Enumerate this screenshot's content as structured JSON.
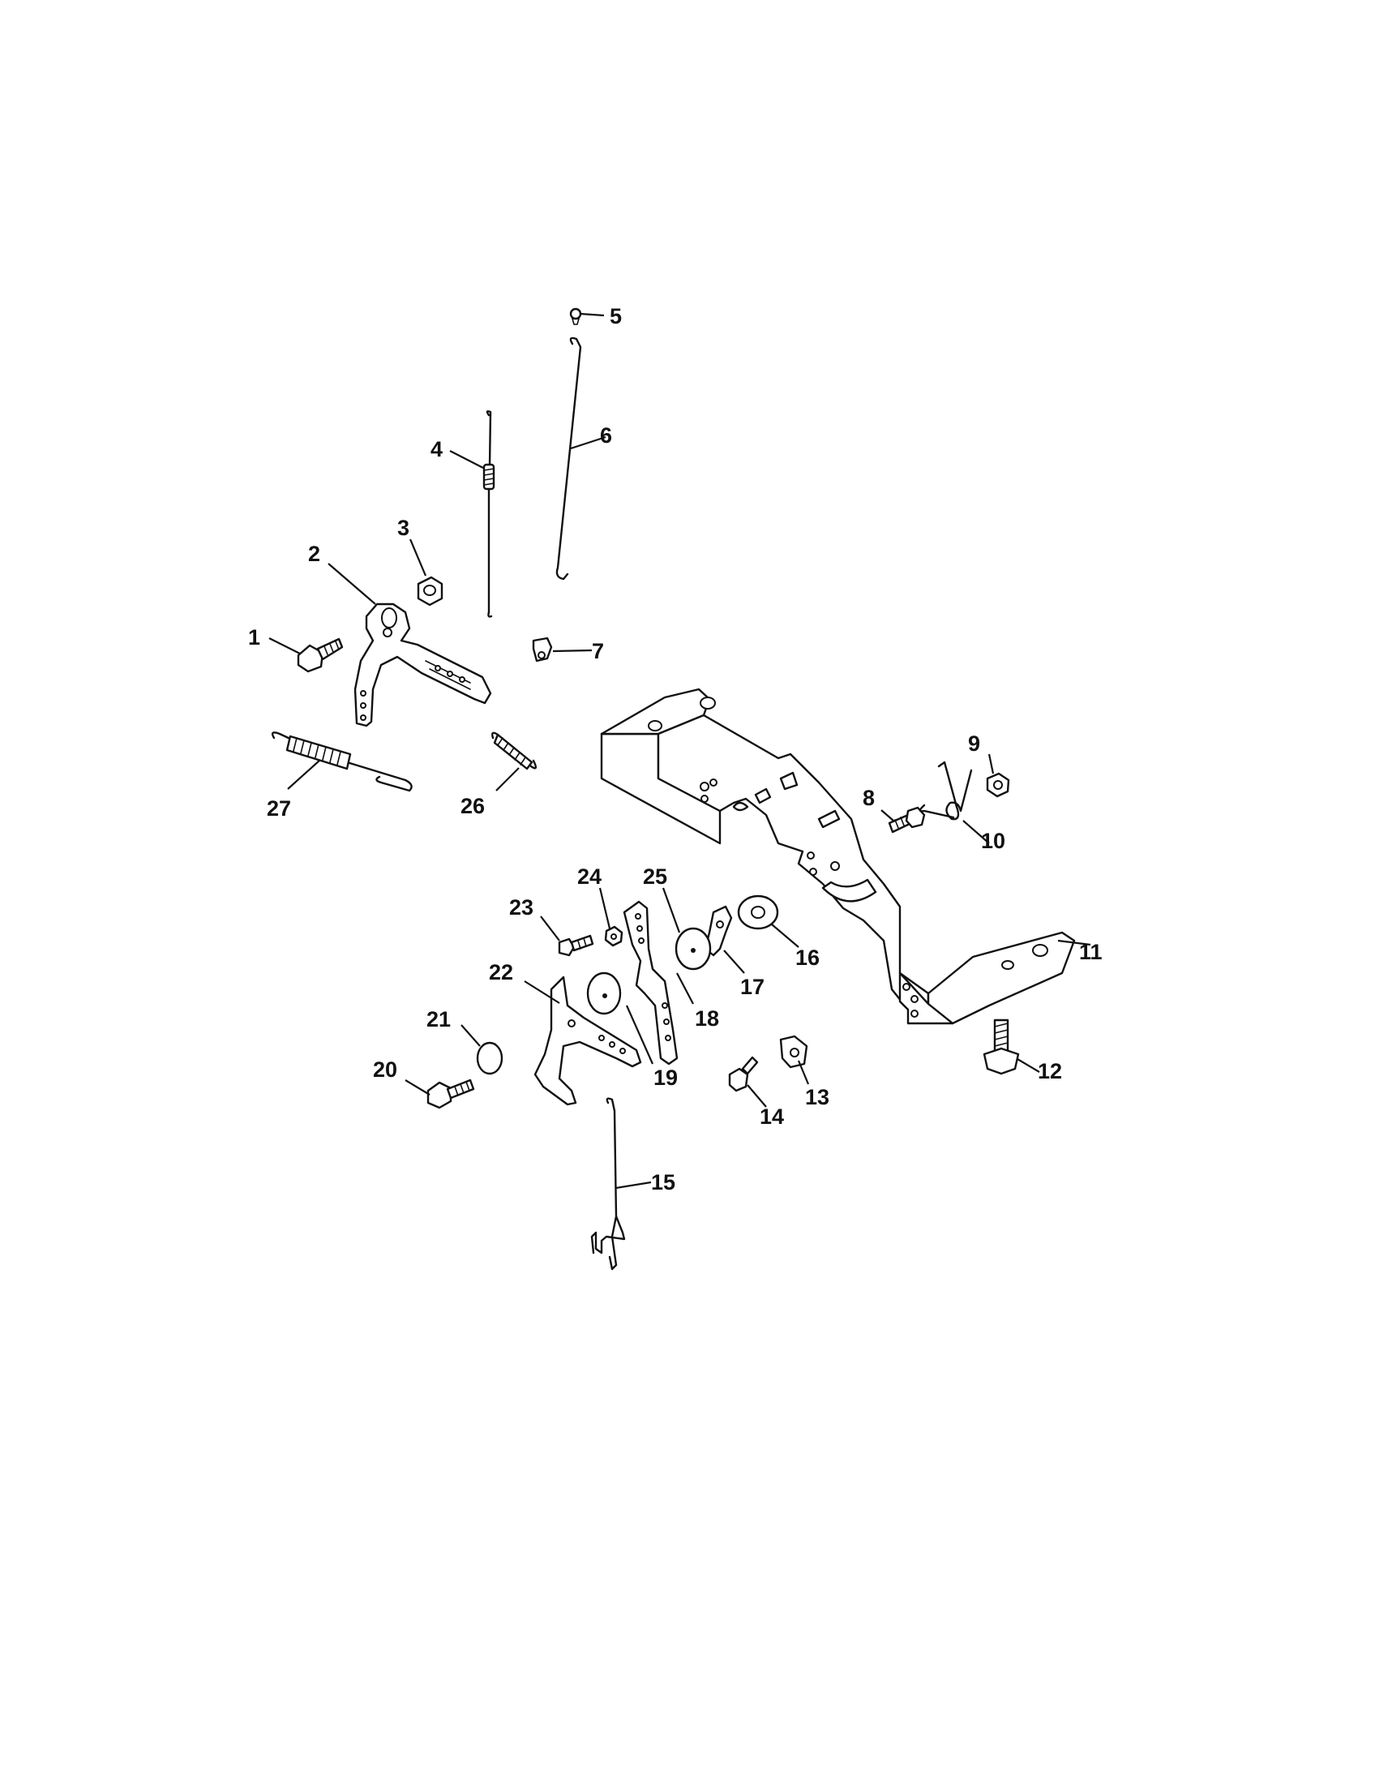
{
  "diagram": {
    "callouts": [
      "1",
      "2",
      "3",
      "4",
      "5",
      "6",
      "7",
      "8",
      "9",
      "10",
      "11",
      "12",
      "13",
      "14",
      "15",
      "16",
      "17",
      "18",
      "19",
      "20",
      "21",
      "22",
      "23",
      "24",
      "25",
      "26",
      "27"
    ]
  }
}
